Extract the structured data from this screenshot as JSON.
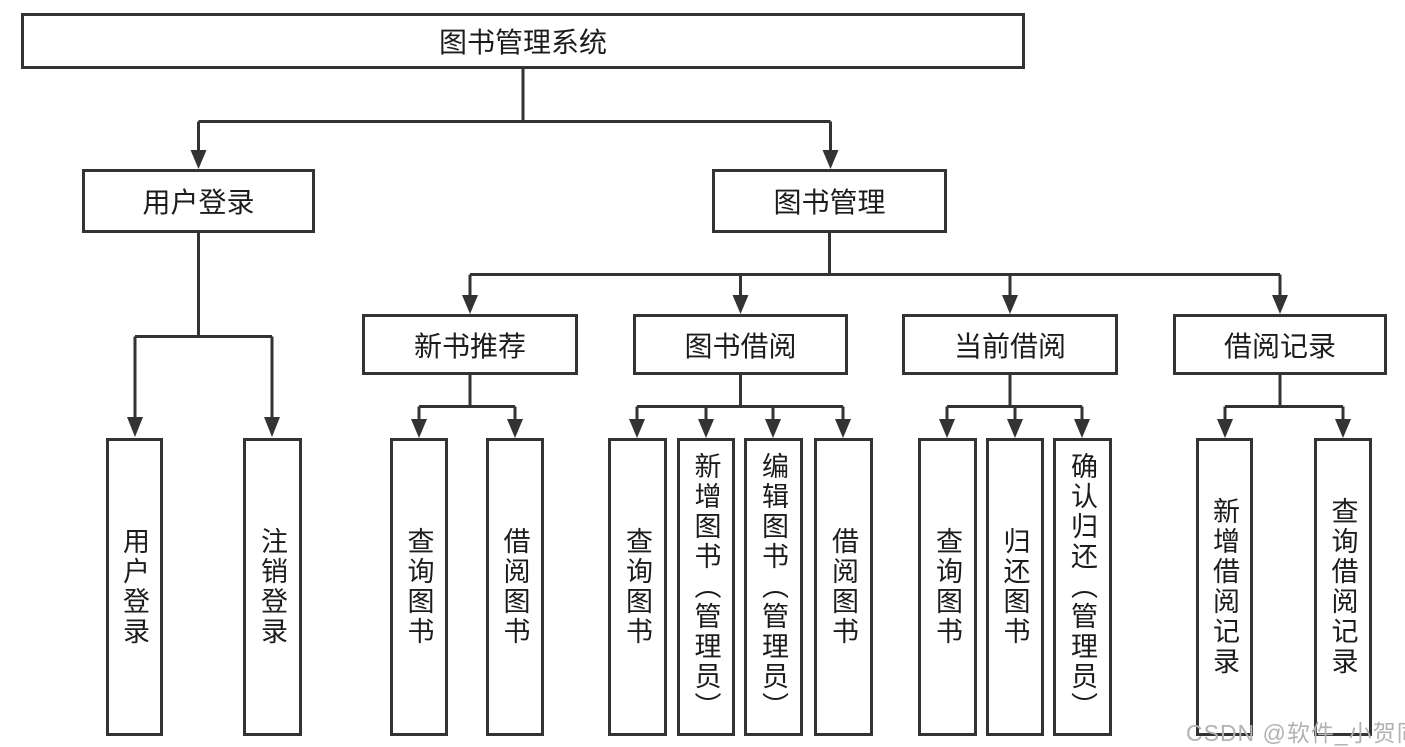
{
  "colors": {
    "line": "#333333",
    "box_border": "#333333",
    "box_fill": "#ffffff",
    "text": "#1c1c1c",
    "watermark": "#b2b2b2",
    "background": "#ffffff"
  },
  "watermark": {
    "text": "CSDN @软件_小贺同学"
  },
  "tree": {
    "root": "图书管理系统",
    "branches": [
      {
        "label": "用户登录",
        "children": [
          {
            "label": "用户登录"
          },
          {
            "label": "注销登录"
          }
        ]
      },
      {
        "label": "图书管理",
        "children": [
          {
            "label": "新书推荐",
            "children": [
              {
                "label": "查询图书"
              },
              {
                "label": "借阅图书"
              }
            ]
          },
          {
            "label": "图书借阅",
            "children": [
              {
                "label": "查询图书"
              },
              {
                "label": "新增图书（管理员）"
              },
              {
                "label": "编辑图书（管理员）"
              },
              {
                "label": "借阅图书"
              }
            ]
          },
          {
            "label": "当前借阅",
            "children": [
              {
                "label": "查询图书"
              },
              {
                "label": "归还图书"
              },
              {
                "label": "确认归还（管理员）"
              }
            ]
          },
          {
            "label": "借阅记录",
            "children": [
              {
                "label": "新增借阅记录"
              },
              {
                "label": "查询借阅记录"
              }
            ]
          }
        ]
      }
    ]
  }
}
